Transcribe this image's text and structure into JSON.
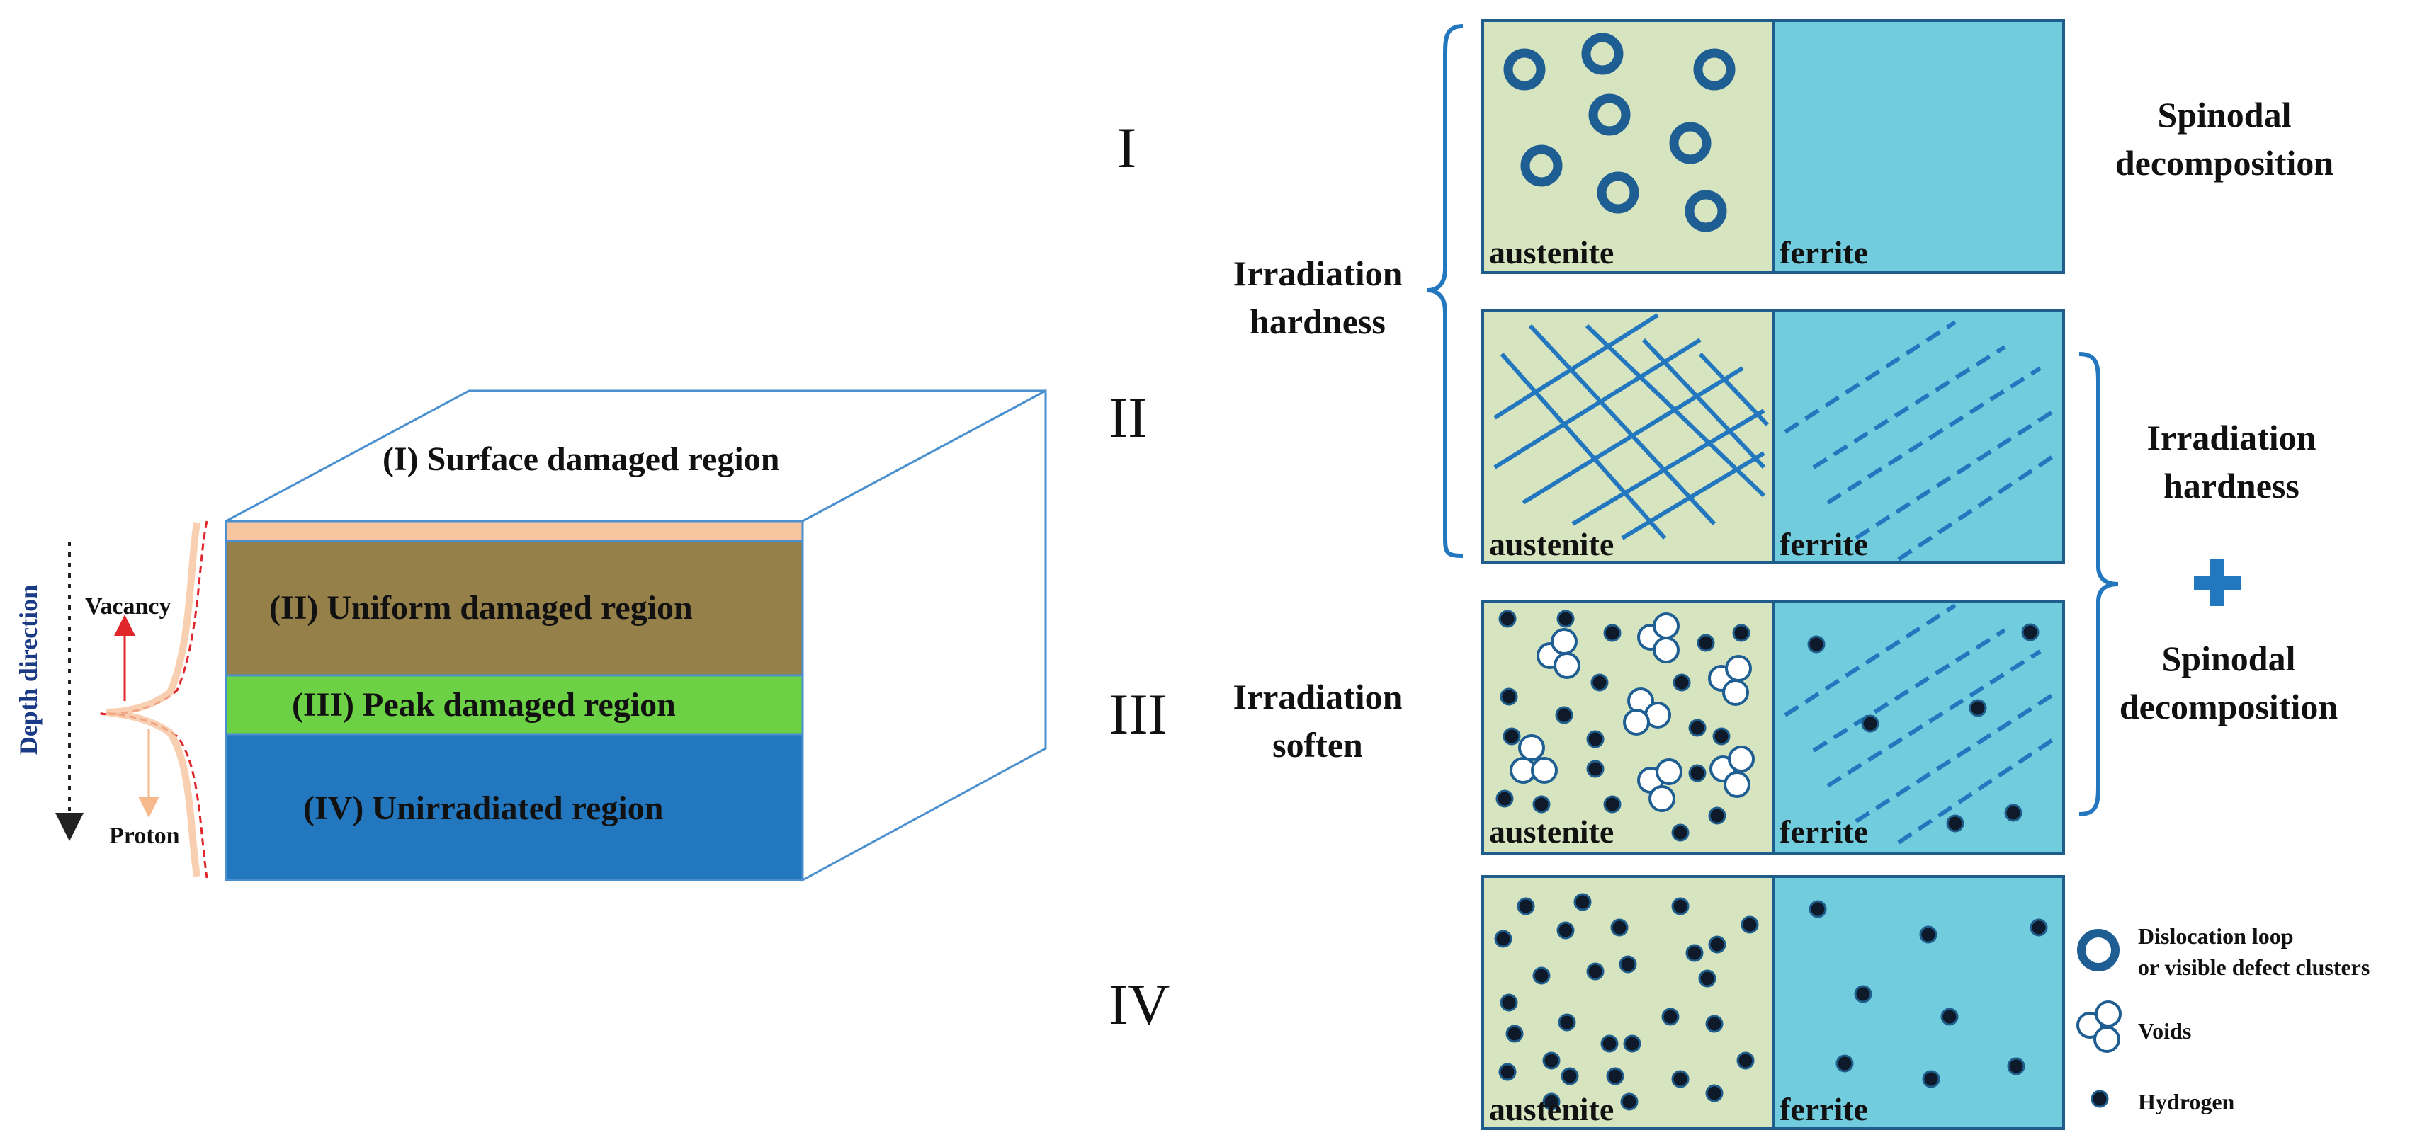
{
  "block": {
    "surface_region": "(I) Surface damaged region",
    "uniform_region": "(II) Uniform damaged region",
    "peak_region": "(III) Peak damaged region",
    "unirradiated_region": "(IV) Unirradiated region",
    "depth_label": "Depth direction",
    "vacancy_label": "Vacancy",
    "proton_label": "Proton",
    "colors": {
      "surface_layer": "#F6C49E",
      "uniform_layer": "#96804A",
      "peak_layer": "#6DD146",
      "unirradiated_layer": "#2377BE",
      "outline": "#4A8FCE"
    }
  },
  "rows": [
    {
      "numeral": "I",
      "left_phase": "austenite",
      "right_phase": "ferrite"
    },
    {
      "numeral": "II",
      "left_phase": "austenite",
      "right_phase": "ferrite"
    },
    {
      "numeral": "III",
      "left_phase": "austenite",
      "right_phase": "ferrite"
    },
    {
      "numeral": "IV",
      "left_phase": "austenite",
      "right_phase": "ferrite"
    }
  ],
  "annotations": {
    "irradiation_hardness_line1": "Irradiation",
    "irradiation_hardness_line2": "hardness",
    "irradiation_soften_line1": "Irradiation",
    "irradiation_soften_line2": "soften",
    "spinodal_top_line1": "Spinodal",
    "spinodal_top_line2": "decomposition",
    "right_hardness_line1": "Irradiation",
    "right_hardness_line2": "hardness",
    "right_spinodal_line1": "Spinodal",
    "right_spinodal_line2": "decomposition"
  },
  "legend": {
    "loop_line1": "Dislocation loop",
    "loop_line2": "or visible defect clusters",
    "voids": "Voids",
    "hydrogen": "Hydrogen"
  },
  "colors": {
    "austenite_fill": "#D6E4C0",
    "ferrite_fill": "#71CDDE",
    "panel_border": "#1F5E8C",
    "feature_blue": "#1E5E93",
    "line_blue": "#2377BE",
    "plus_blue": "#2377BE",
    "hydrogen_fill": "#0E1A2A"
  }
}
